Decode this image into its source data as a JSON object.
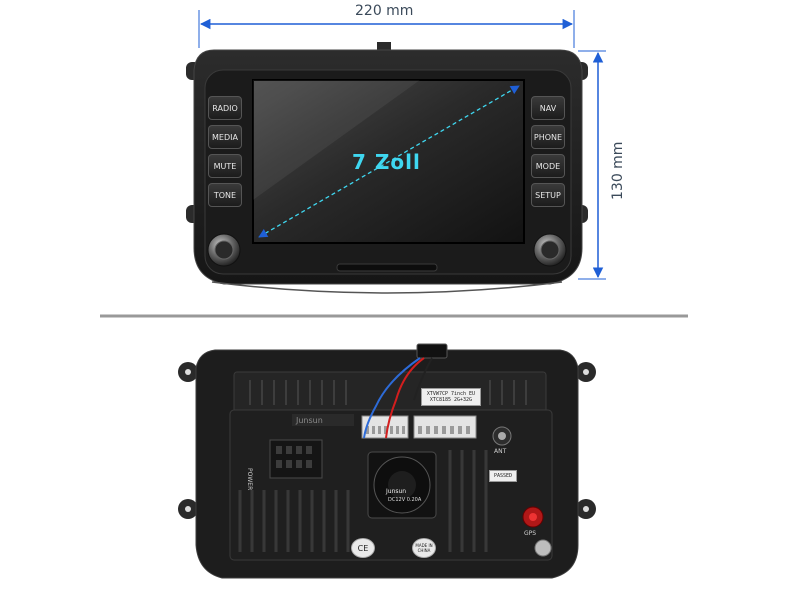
{
  "dimensions": {
    "width_label": "220 mm",
    "height_label": "130 mm"
  },
  "screen": {
    "diagonal_label": "7 Zoll"
  },
  "front_buttons": {
    "left": [
      "RADIO",
      "MEDIA",
      "MUTE",
      "TONE"
    ],
    "right": [
      "NAV",
      "PHONE",
      "MODE",
      "SETUP"
    ]
  },
  "rear": {
    "sticker_line1": "XTVW7CP 7inch EU",
    "sticker_line2": "XTC8185 2G+32G",
    "brand": "Junsun",
    "fan_label1": "Junsun",
    "fan_label2": "DC12V 0.20A",
    "power_label": "POWER",
    "ant_label": "ANT",
    "gps_label": "GPS",
    "passed_label": "PASSED",
    "ce_label": "CE",
    "made_in_label": "MADE IN CHINA"
  },
  "colors": {
    "arrow": "#1f5fd6",
    "accent_cyan": "#3fd7f0",
    "device_dark": "#1e1e1e",
    "divider": "#999999"
  }
}
